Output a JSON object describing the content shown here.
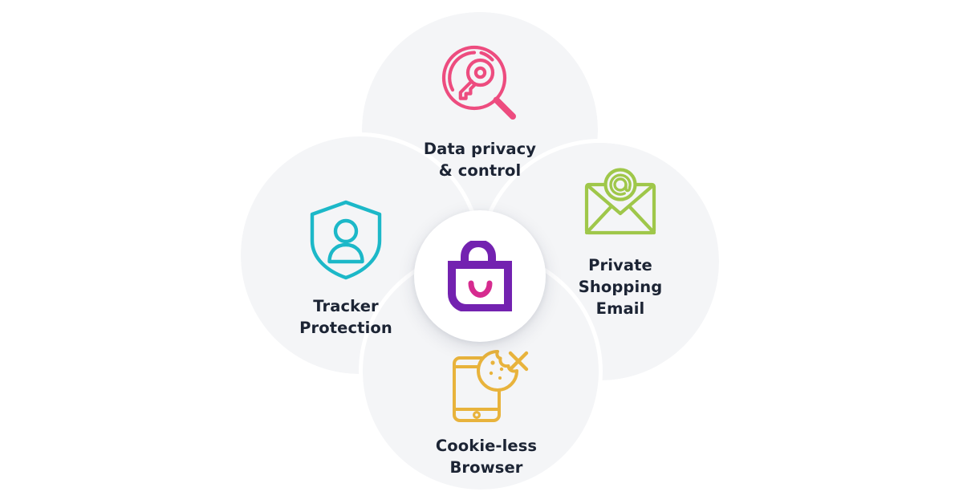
{
  "diagram": {
    "type": "petal-cluster",
    "background_color": "#ffffff",
    "petal_color": "#f4f5f7",
    "center": {
      "icon": "unlocked-shopping-bag-icon",
      "body_color": "#7322b0",
      "smile_color": "#d62b8f",
      "circle_color": "#ffffff"
    },
    "nodes": [
      {
        "id": "data-privacy",
        "position": "top",
        "icon": "magnifier-key-icon",
        "color": "#ed4c7f",
        "label": "Data privacy\n& control"
      },
      {
        "id": "tracker-protection",
        "position": "left",
        "icon": "shield-person-icon",
        "color": "#1cb8c8",
        "label": "Tracker\nProtection"
      },
      {
        "id": "private-shopping-email",
        "position": "right",
        "icon": "envelope-at-icon",
        "color": "#9fc74a",
        "label": "Private\nShopping\nEmail"
      },
      {
        "id": "cookie-less-browser",
        "position": "bottom",
        "icon": "phone-cookie-blocked-icon",
        "color": "#e8b33c",
        "label": "Cookie-less\nBrowser"
      }
    ]
  }
}
